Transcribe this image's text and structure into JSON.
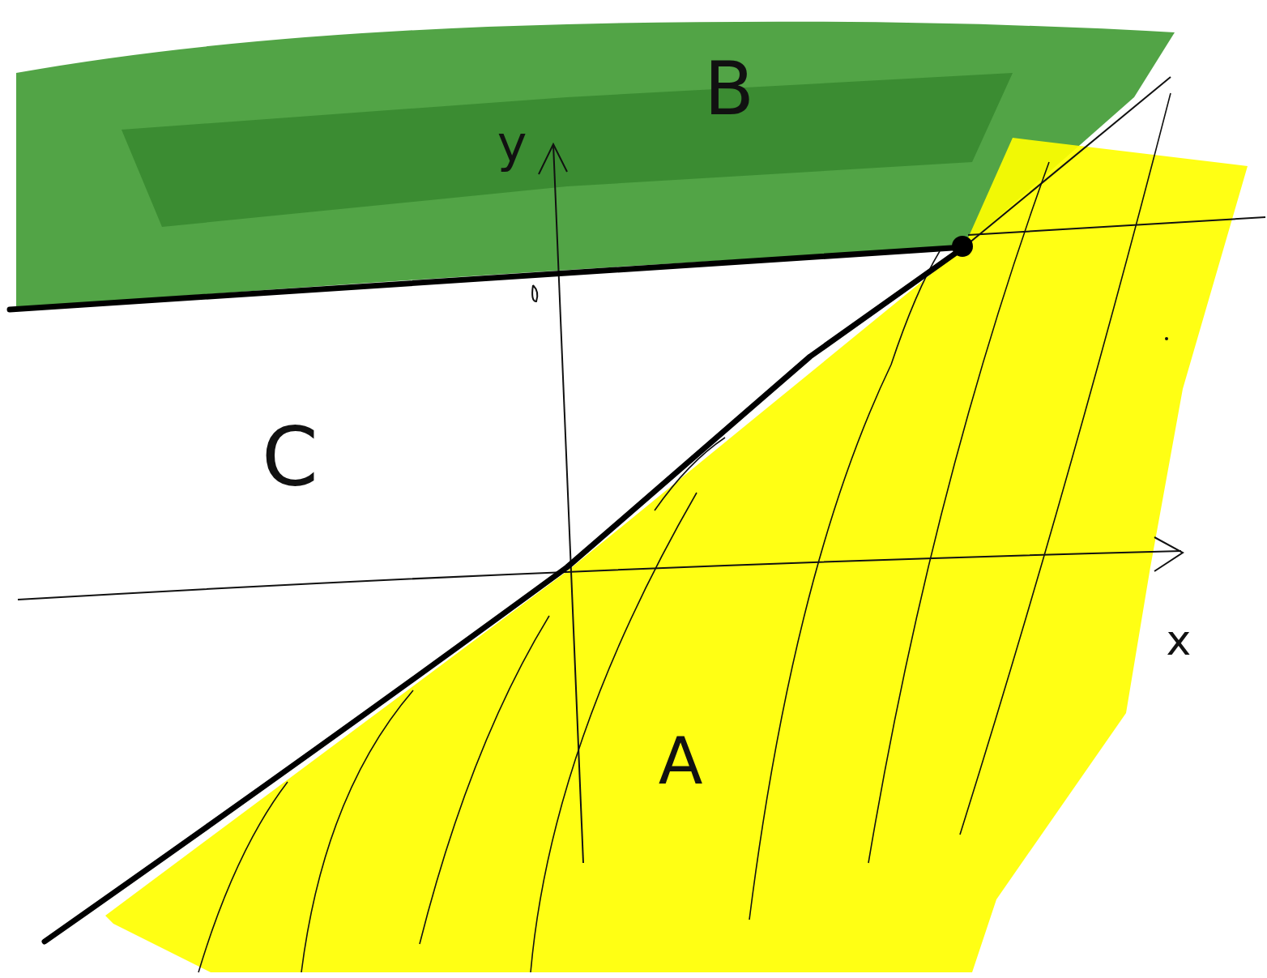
{
  "diagram": {
    "labels": [
      "B",
      "y",
      "C",
      "x",
      "A"
    ]
  }
}
